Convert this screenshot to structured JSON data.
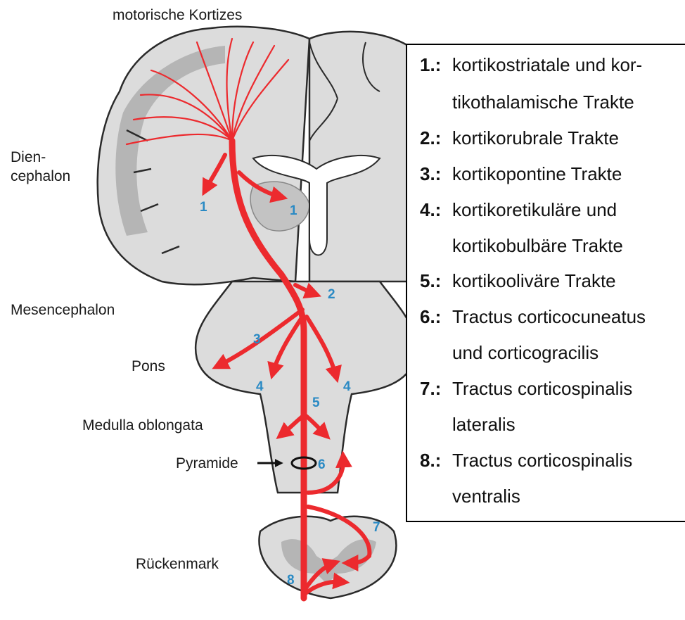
{
  "labels": {
    "motor_cortex": "motorische Kortizes",
    "diencephalon_1": "Dien-",
    "diencephalon_2": "cephalon",
    "mesencephalon": "Mesencephalon",
    "pons": "Pons",
    "medulla": "Medulla oblongata",
    "pyramide": "Pyramide",
    "spinal_cord": "Rückenmark"
  },
  "numbers": {
    "n1a": "1",
    "n1b": "1",
    "n2": "2",
    "n3": "3",
    "n4a": "4",
    "n4b": "4",
    "n5": "5",
    "n6": "6",
    "n7": "7",
    "n8": "8"
  },
  "legend": [
    {
      "num": "1.:",
      "lines": [
        "kortikostriatale und kor-",
        "tikothalamische Trakte"
      ]
    },
    {
      "num": "2.:",
      "lines": [
        "kortikorubrale Trakte"
      ]
    },
    {
      "num": "3.:",
      "lines": [
        "kortikopontine Trakte"
      ]
    },
    {
      "num": "4.:",
      "lines": [
        "kortikoretikuläre und",
        "kortikobulbäre Trakte"
      ]
    },
    {
      "num": "5.:",
      "lines": [
        "kortikoolivAre Trakte"
      ]
    },
    {
      "num": "6.:",
      "lines": [
        "Tractus  corticocuneatus",
        "und corticogracilis"
      ]
    },
    {
      "num": "7.:",
      "lines": [
        "Tractus corticospinalis",
        "lateralis"
      ]
    },
    {
      "num": "8.:",
      "lines": [
        "Tractus corticospinalis",
        "ventralis"
      ]
    }
  ],
  "colors": {
    "tract": "#ec2a2e",
    "brain_fill": "#dcdcdc",
    "gray_matter": "#b5b5b5",
    "outline": "#2a2a2a",
    "number": "#2a8ac4"
  }
}
